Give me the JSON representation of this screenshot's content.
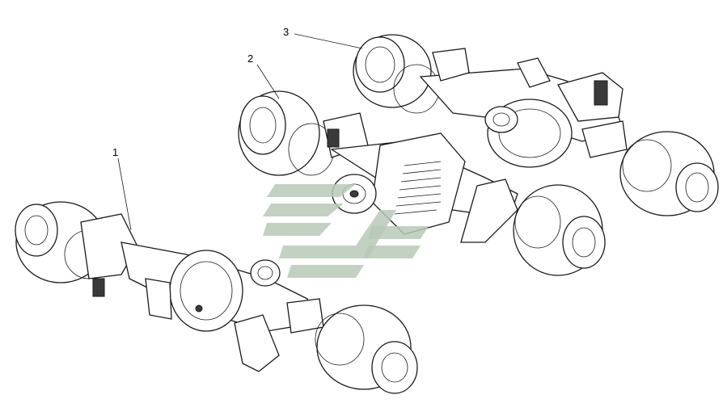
{
  "callouts": [
    {
      "id": "1",
      "label": "1"
    },
    {
      "id": "2",
      "label": "2"
    },
    {
      "id": "3",
      "label": "3"
    }
  ],
  "colors": {
    "line": "#1a1a1a",
    "background": "#ffffff",
    "watermark": "#b8c9b8"
  },
  "watermark": {
    "icon": "company-logo-watermark"
  }
}
